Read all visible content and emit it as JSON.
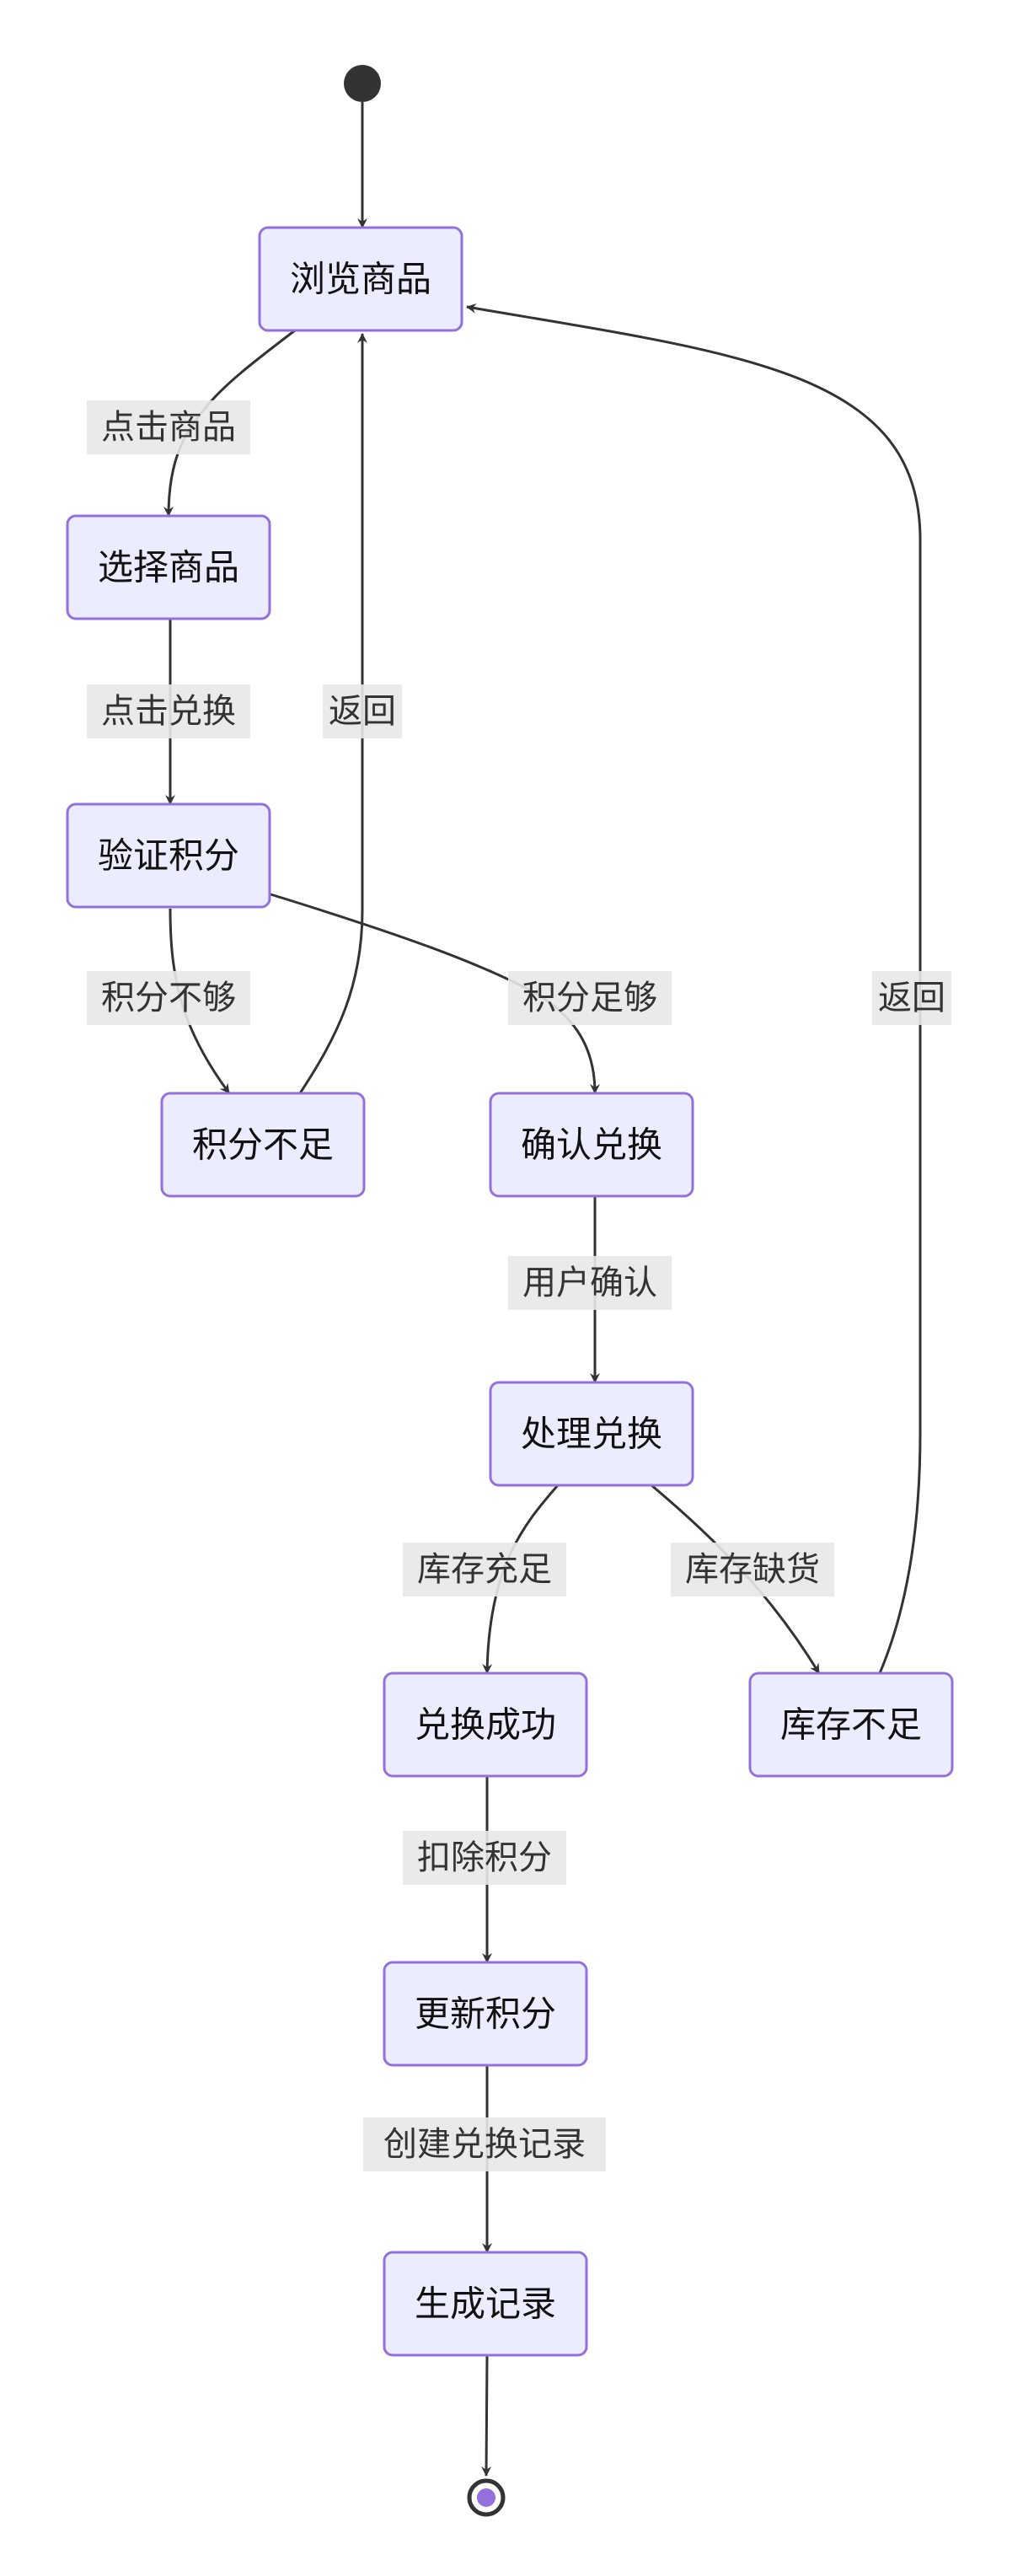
{
  "nodes": {
    "browse": "浏览商品",
    "select": "选择商品",
    "verify": "验证积分",
    "insufficient": "积分不足",
    "confirm": "确认兑换",
    "process": "处理兑换",
    "success": "兑换成功",
    "out_of_stock": "库存不足",
    "update": "更新积分",
    "record": "生成记录"
  },
  "edges": {
    "click_item": "点击商品",
    "click_exchange": "点击兑换",
    "points_not_enough": "积分不够",
    "points_enough": "积分足够",
    "back_from_insufficient": "返回",
    "user_confirm": "用户确认",
    "stock_ok": "库存充足",
    "stock_missing": "库存缺货",
    "back_from_stock": "返回",
    "deduct_points": "扣除积分",
    "create_record": "创建兑换记录"
  }
}
